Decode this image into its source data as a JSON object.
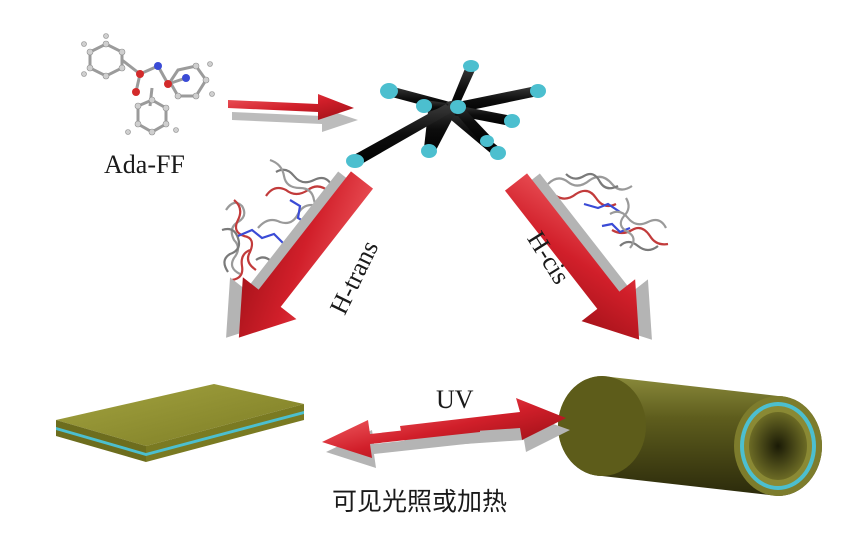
{
  "labels": {
    "ada_ff": "Ada-FF",
    "h_trans": "H-trans",
    "h_cis": "H-cis",
    "uv": "UV",
    "reverse": "可见光照或加热"
  },
  "colors": {
    "arrow_red": "#d11f2a",
    "rod_cyan": "#4cbfcf",
    "rod_black": "#111111",
    "sheet_olive": "#8d8d2c",
    "tube_olive": "#5d5c1a",
    "shadow_gray": "#b4b4b4"
  }
}
